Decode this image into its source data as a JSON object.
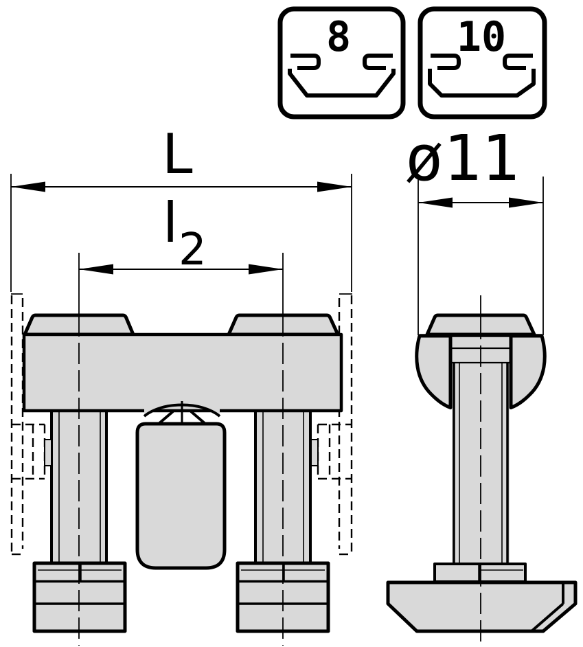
{
  "drawing": {
    "badges": [
      {
        "size": "8"
      },
      {
        "size": "10"
      }
    ],
    "dimensions": {
      "length": "L",
      "l2_base": "l",
      "l2_sub": "2",
      "diameter": "ø11"
    }
  },
  "colors": {
    "line": "#000000",
    "fill": "#d9d9d9",
    "background": "#ffffff"
  }
}
